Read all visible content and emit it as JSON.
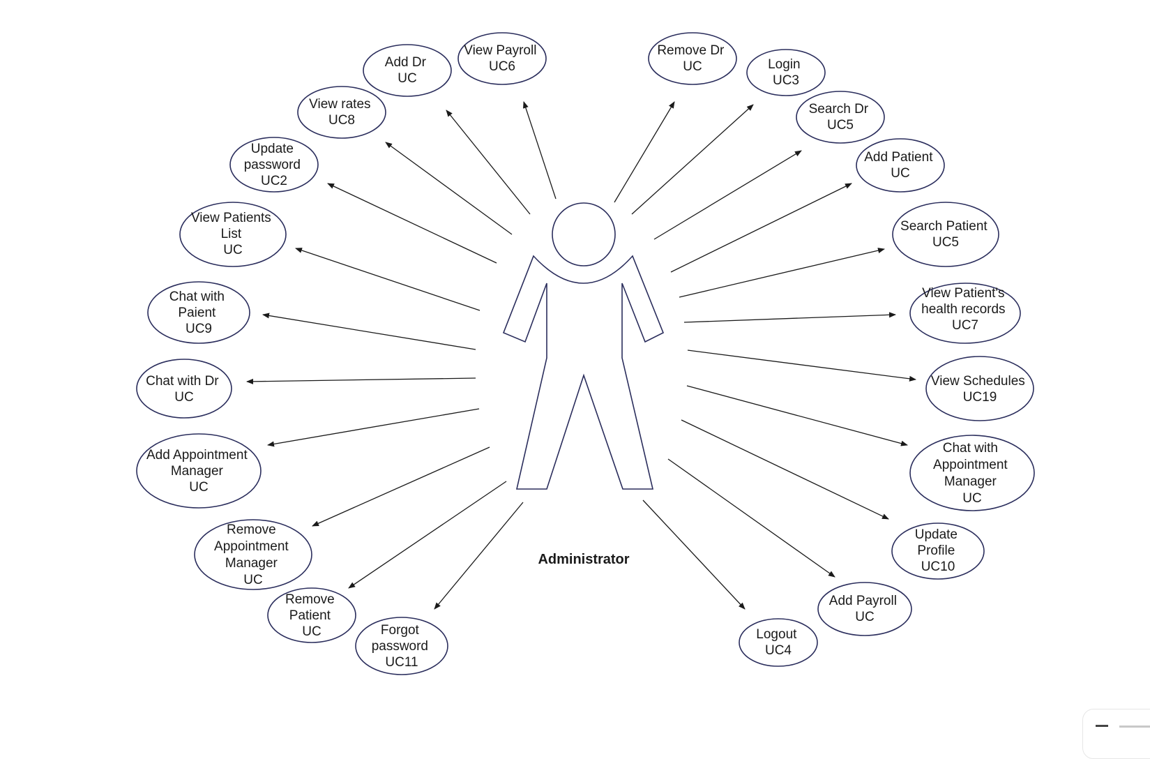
{
  "actor": {
    "name": "Administrator"
  },
  "use_cases": [
    {
      "id": "add-dr",
      "lines": [
        "Add Dr",
        "UC"
      ]
    },
    {
      "id": "view-payroll",
      "lines": [
        "View Payroll",
        "UC6"
      ]
    },
    {
      "id": "remove-dr",
      "lines": [
        "Remove Dr",
        "UC"
      ]
    },
    {
      "id": "login",
      "lines": [
        "Login",
        "UC3"
      ]
    },
    {
      "id": "view-rates",
      "lines": [
        "View rates",
        "UC8"
      ]
    },
    {
      "id": "search-dr",
      "lines": [
        "Search Dr",
        "UC5"
      ]
    },
    {
      "id": "update-password",
      "lines": [
        "Update",
        "password",
        "UC2"
      ]
    },
    {
      "id": "add-patient",
      "lines": [
        "Add Patient",
        "UC"
      ]
    },
    {
      "id": "view-patients-list",
      "lines": [
        "View Patients",
        "List",
        "UC"
      ]
    },
    {
      "id": "search-patient",
      "lines": [
        "Search Patient",
        "UC5"
      ]
    },
    {
      "id": "chat-with-paient",
      "lines": [
        "Chat with",
        "Paient",
        "UC9"
      ]
    },
    {
      "id": "view-patients-health-records",
      "lines": [
        "View Patient's",
        "health records",
        "UC7"
      ]
    },
    {
      "id": "chat-with-dr",
      "lines": [
        "Chat with Dr",
        "UC"
      ]
    },
    {
      "id": "view-schedules",
      "lines": [
        "View Schedules",
        "UC19"
      ]
    },
    {
      "id": "add-appointment-manager",
      "lines": [
        "Add Appointment",
        "Manager",
        "UC"
      ]
    },
    {
      "id": "chat-with-appointment-manager",
      "lines": [
        "Chat with",
        "Appointment",
        "Manager",
        "UC"
      ]
    },
    {
      "id": "remove-appointment-manager",
      "lines": [
        "Remove",
        "Appointment",
        "Manager",
        "UC"
      ]
    },
    {
      "id": "update-profile",
      "lines": [
        "Update",
        "Profile",
        "UC10"
      ]
    },
    {
      "id": "remove-patient",
      "lines": [
        "Remove",
        "Patient",
        "UC"
      ]
    },
    {
      "id": "forgot-password",
      "lines": [
        "Forgot",
        "password",
        "UC11"
      ]
    },
    {
      "id": "logout",
      "lines": [
        "Logout",
        "UC4"
      ]
    },
    {
      "id": "add-payroll",
      "lines": [
        "Add Payroll",
        "UC"
      ]
    }
  ],
  "colors": {
    "outline": "#2a2d5c",
    "line": "#1a1a1a",
    "background": "#ffffff"
  }
}
